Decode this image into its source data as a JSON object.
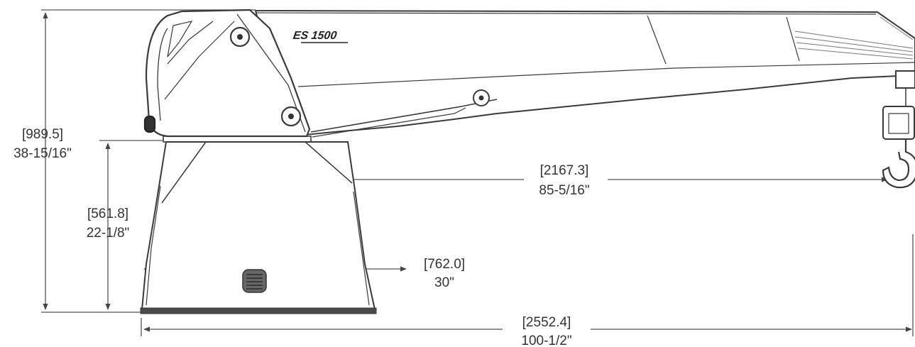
{
  "drawing": {
    "model_label": "ES 1500",
    "colors": {
      "line": "#3a3a3a",
      "light": "#8a8a8a",
      "background": "#ffffff"
    }
  },
  "dimensions": {
    "overall_height": {
      "metric": "[989.5]",
      "imperial": "38-15/16\""
    },
    "base_height": {
      "metric": "[561.8]",
      "imperial": "22-1/8\""
    },
    "base_width": {
      "metric": "[762.0]",
      "imperial": "30\""
    },
    "reach": {
      "metric": "[2167.3]",
      "imperial": "85-5/16\""
    },
    "overall_length": {
      "metric": "[2552.4]",
      "imperial": "100-1/2\""
    }
  }
}
